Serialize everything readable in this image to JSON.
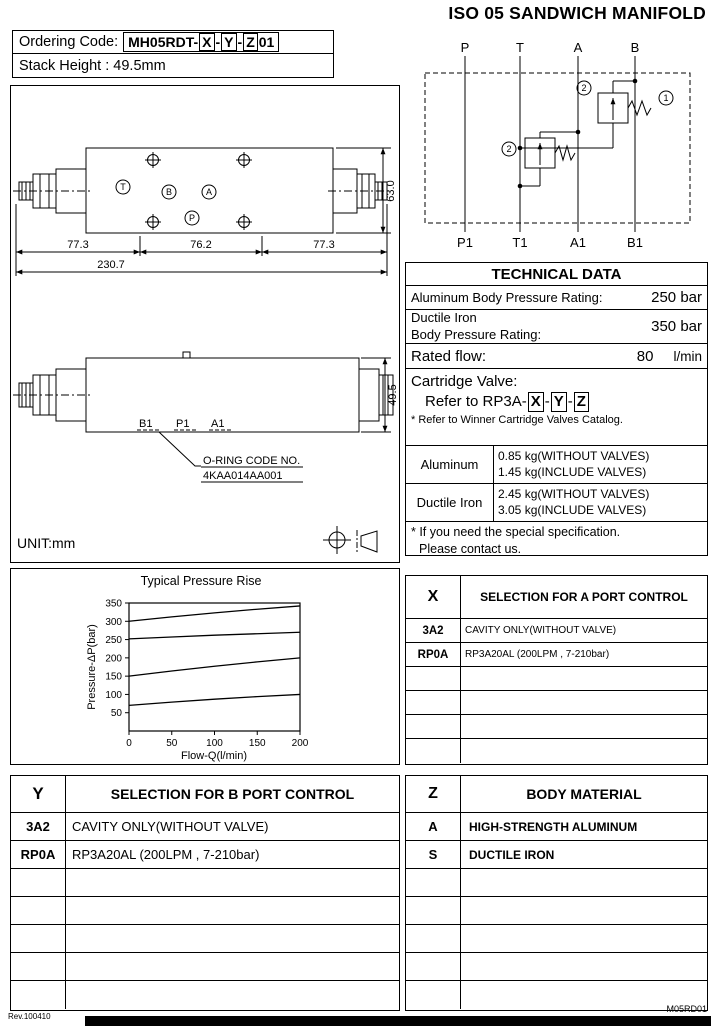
{
  "page": {
    "title": "ISO 05 SANDWICH MANIFOLD",
    "footer_left": "Rev.100410",
    "footer_right": "M05RD01"
  },
  "ordering": {
    "label": "Ordering Code:",
    "code_prefix": "MH05RDT-",
    "x": "X",
    "y": "Y",
    "z": "Z",
    "sep": "-",
    "code_suffix": "01",
    "stack_height": "Stack Height : 49.5mm"
  },
  "drawings": {
    "unit": "UNIT:mm",
    "top_view": {
      "ports": {
        "t": "T",
        "b": "B",
        "a": "A",
        "p": "P"
      },
      "dim_left": "77.3",
      "dim_mid": "76.2",
      "dim_right": "77.3",
      "dim_total": "230.7",
      "dim_height": "63.0"
    },
    "side_view": {
      "port_b1": "B1",
      "port_p1": "P1",
      "port_a1": "A1",
      "dim_height": "49.5",
      "oring_label": "O-RING CODE NO.",
      "oring_code": "4KAA014AA001"
    }
  },
  "schematic": {
    "top_ports": {
      "p": "P",
      "t": "T",
      "a": "A",
      "b": "B"
    },
    "bottom_ports": {
      "p1": "P1",
      "t1": "T1",
      "a1": "A1",
      "b1": "B1"
    },
    "callout_1": "1",
    "callout_2": "2"
  },
  "technical": {
    "title": "TECHNICAL DATA",
    "alu_label": "Aluminum Body Pressure Rating:",
    "alu_value": "250 bar",
    "iron_label_1": "Ductile Iron",
    "iron_label_2": "Body Pressure Rating:",
    "iron_value": "350 bar",
    "flow_label": "Rated flow:",
    "flow_value": "80",
    "flow_unit": "l/min",
    "cartridge_label": "Cartridge Valve:",
    "cartridge_refer": "Refer to RP3A-",
    "x": "X",
    "y": "Y",
    "z": "Z",
    "sep": "-",
    "cartridge_note": "* Refer to Winner Cartridge Valves Catalog.",
    "weights": [
      {
        "material": "Aluminum",
        "without": "0.85  kg(WITHOUT VALVES)",
        "include": "1.45  kg(INCLUDE VALVES)"
      },
      {
        "material": "Ductile Iron",
        "without": "2.45  kg(WITHOUT VALVES)",
        "include": "3.05  kg(INCLUDE VALVES)"
      }
    ],
    "note_1": "* If you need the special specification.",
    "note_2": "Please contact us."
  },
  "selection_x": {
    "key": "X",
    "title": "SELECTION FOR A PORT CONTROL",
    "rows": [
      {
        "code": "3A2",
        "desc": "CAVITY ONLY(WITHOUT VALVE)"
      },
      {
        "code": "RP0A",
        "desc": "RP3A20AL (200LPM , 7-210bar)"
      },
      {
        "code": "",
        "desc": ""
      },
      {
        "code": "",
        "desc": ""
      },
      {
        "code": "",
        "desc": ""
      },
      {
        "code": "",
        "desc": ""
      }
    ]
  },
  "selection_y": {
    "key": "Y",
    "title": "SELECTION FOR B PORT CONTROL",
    "rows": [
      {
        "code": "3A2",
        "desc": "CAVITY ONLY(WITHOUT VALVE)"
      },
      {
        "code": "RP0A",
        "desc": "RP3A20AL (200LPM , 7-210bar)"
      },
      {
        "code": "",
        "desc": ""
      },
      {
        "code": "",
        "desc": ""
      },
      {
        "code": "",
        "desc": ""
      },
      {
        "code": "",
        "desc": ""
      },
      {
        "code": "",
        "desc": ""
      }
    ]
  },
  "body_material": {
    "key": "Z",
    "title": "BODY MATERIAL",
    "rows": [
      {
        "code": "A",
        "desc": "HIGH-STRENGTH ALUMINUM"
      },
      {
        "code": "S",
        "desc": "DUCTILE IRON"
      },
      {
        "code": "",
        "desc": ""
      },
      {
        "code": "",
        "desc": ""
      },
      {
        "code": "",
        "desc": ""
      },
      {
        "code": "",
        "desc": ""
      },
      {
        "code": "",
        "desc": ""
      }
    ]
  },
  "chart_data": {
    "type": "line",
    "title": "Typical Pressure Rise",
    "xlabel": "Flow-Q(l/min)",
    "ylabel": "Pressure-ΔP(bar)",
    "xlim": [
      0,
      200
    ],
    "ylim": [
      0,
      350
    ],
    "xticks": [
      0,
      50,
      100,
      150,
      200
    ],
    "yticks": [
      50,
      100,
      150,
      200,
      250,
      300,
      350
    ],
    "x": [
      0,
      50,
      100,
      150,
      200
    ],
    "series": [
      {
        "name": "line-1",
        "values": [
          300,
          312,
          323,
          333,
          342
        ]
      },
      {
        "name": "line-2",
        "values": [
          252,
          257,
          262,
          266,
          270
        ]
      },
      {
        "name": "line-3",
        "values": [
          150,
          164,
          177,
          189,
          200
        ]
      },
      {
        "name": "line-4",
        "values": [
          70,
          79,
          87,
          94,
          100
        ]
      }
    ],
    "grid": false,
    "legend": false
  }
}
